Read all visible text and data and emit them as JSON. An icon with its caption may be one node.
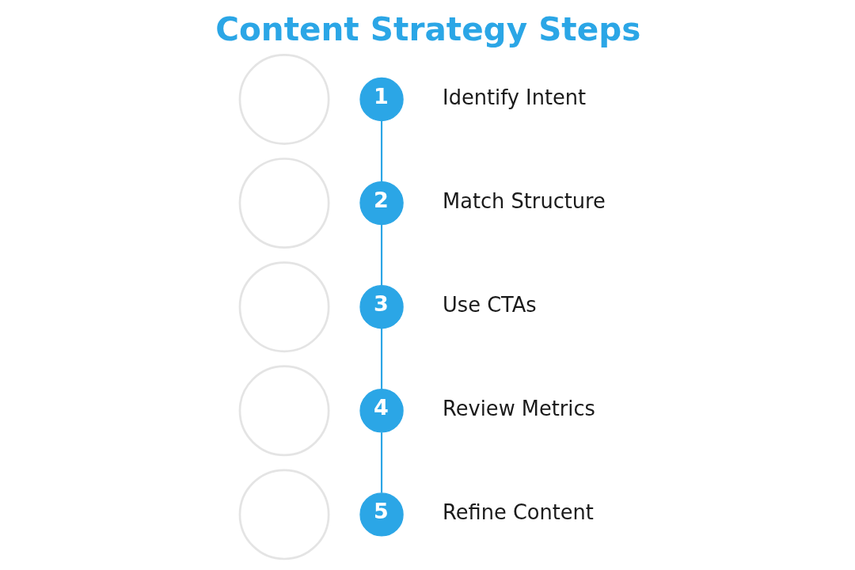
{
  "diagram": {
    "title": "Content Strategy Steps",
    "nodes": [
      {
        "text": [],
        "shape": "circle"
      },
      {
        "text": [
          "1"
        ],
        "beside": [
          "Identify Intent"
        ]
      },
      {
        "text": [],
        "shape": "circle"
      },
      {
        "text": [
          "2"
        ],
        "beside": [
          "Match Structure"
        ]
      },
      {
        "text": [],
        "shape": "circle"
      },
      {
        "text": [
          "3"
        ],
        "beside": [
          "Use CTAs"
        ]
      },
      {
        "text": [],
        "shape": "circle"
      },
      {
        "text": [
          "4"
        ],
        "beside": [
          "Review Metrics"
        ]
      },
      {
        "text": [],
        "shape": "circle"
      },
      {
        "text": [
          "5"
        ],
        "beside": [
          "Refine Content"
        ]
      }
    ],
    "edges": [
      {
        "from": 1,
        "to": 3,
        "arrow": "none"
      },
      {
        "from": 3,
        "to": 5,
        "arrow": "none"
      },
      {
        "from": 5,
        "to": 7,
        "arrow": "none"
      },
      {
        "from": 7,
        "to": 9,
        "arrow": "none"
      }
    ]
  }
}
